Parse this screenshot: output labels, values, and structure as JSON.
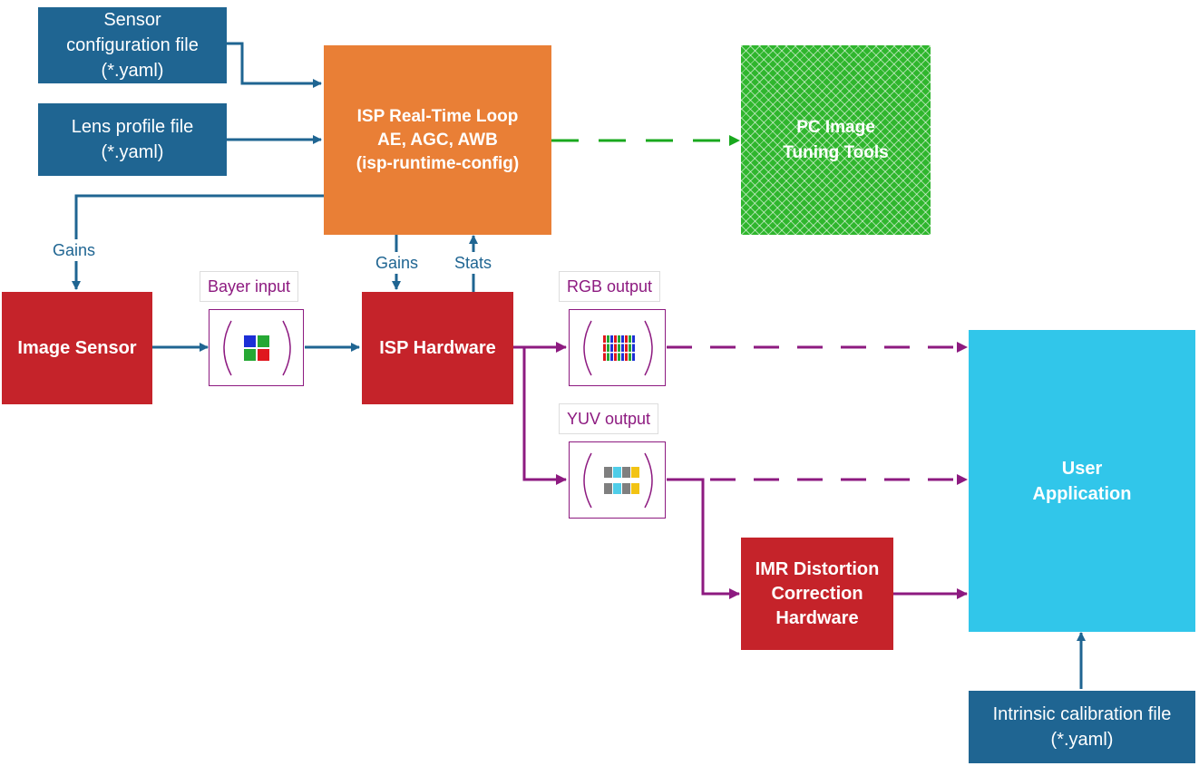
{
  "sensor_config": {
    "lines": [
      "Sensor",
      "configuration file",
      "(*.yaml)"
    ]
  },
  "lens_profile": {
    "lines": [
      "Lens profile file",
      "(*.yaml)"
    ]
  },
  "isp_loop": {
    "lines": [
      "ISP Real-Time Loop",
      "AE, AGC, AWB",
      "(isp-runtime-config)"
    ]
  },
  "pc_tools": {
    "lines": [
      "PC Image",
      "Tuning Tools"
    ]
  },
  "image_sensor": {
    "label": "Image Sensor"
  },
  "isp_hardware": {
    "label": "ISP Hardware"
  },
  "imr": {
    "lines": [
      "IMR Distortion",
      "Correction",
      "Hardware"
    ]
  },
  "user_app": {
    "lines": [
      "User",
      "Application"
    ]
  },
  "intrinsic": {
    "lines": [
      "Intrinsic calibration file",
      "(*.yaml)"
    ]
  },
  "labels": {
    "gains_left": "Gains",
    "gains_center": "Gains",
    "stats": "Stats",
    "bayer": "Bayer input",
    "rgb": "RGB output",
    "yuv": "YUV output"
  },
  "colors": {
    "config_blue": "#1f6592",
    "hardware_red": "#c5232a",
    "loop_orange": "#e97f36",
    "tools_green": "#2fb62d",
    "app_cyan": "#31c6ea",
    "output_purple": "#8d1a80",
    "sync_green": "#19a81e"
  }
}
